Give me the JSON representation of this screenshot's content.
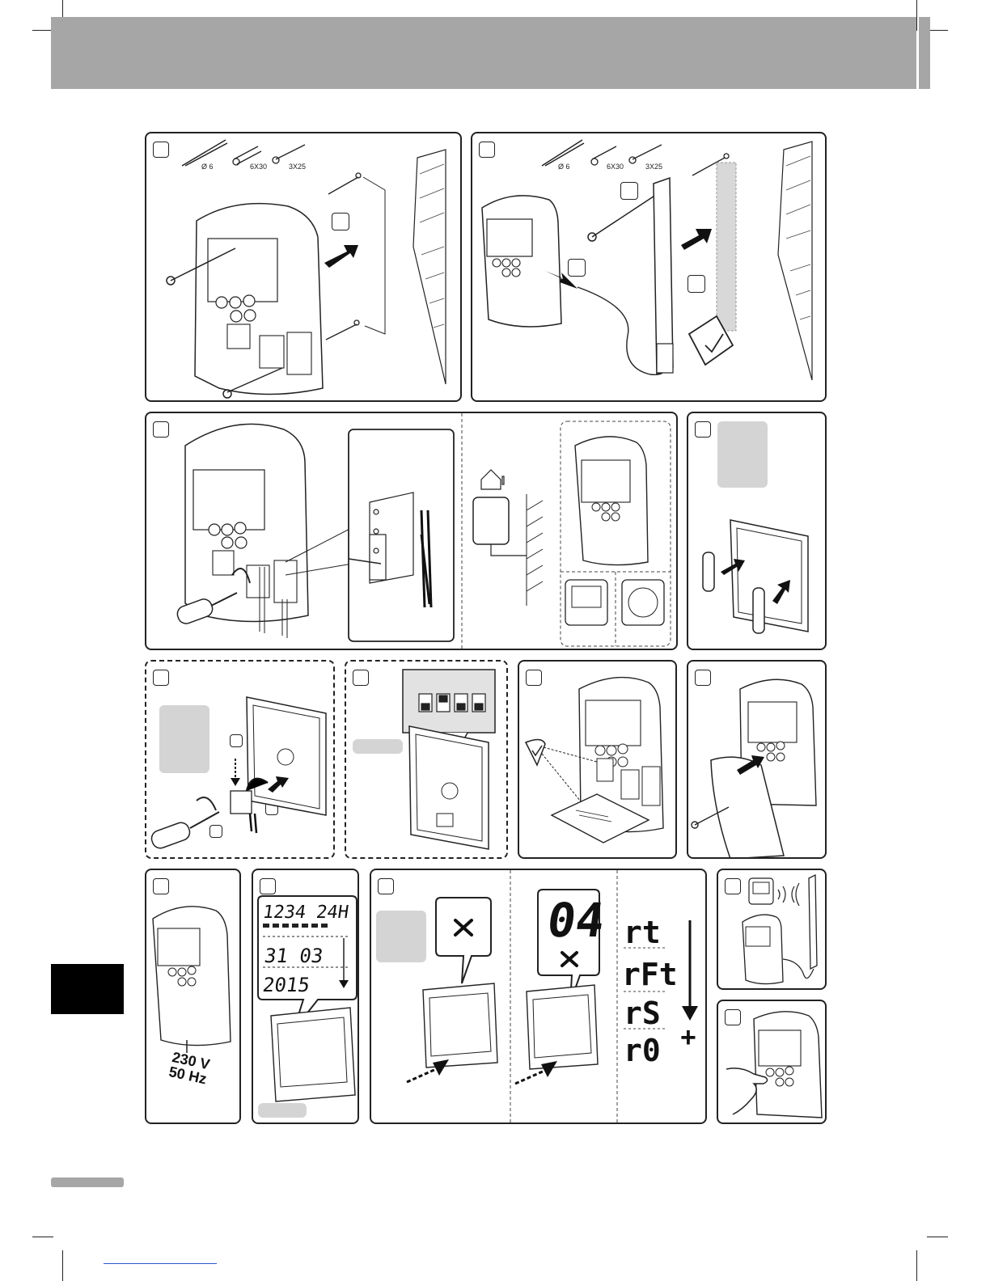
{
  "header": {
    "band_color": "#a6a6a6"
  },
  "panels": {
    "p1": {
      "labels": {
        "drill": "Ø 6",
        "plug": "6X30",
        "screw": "3X25"
      }
    },
    "p2": {
      "labels": {
        "drill": "Ø 6",
        "plug": "6X30",
        "screw": "3X25"
      }
    },
    "p5": {
      "display": {
        "line1": "1234 24H",
        "line2": "31 03",
        "line3": "2015"
      }
    },
    "p9": {
      "supply": {
        "voltage": "230 V",
        "frequency": "50 Hz"
      }
    },
    "p11": {
      "display": {
        "value": "04"
      },
      "codes": [
        "rt",
        "rFt",
        "rS",
        "r0"
      ],
      "plus": "+"
    }
  },
  "icons": [
    "drill-bit-icon",
    "wall-plug-icon",
    "screw-icon",
    "arrow-icon",
    "screwdriver-icon",
    "battery-icon",
    "tool-icon",
    "hand-icon",
    "wireless-signal-icon",
    "house-sensor-icon",
    "check-icon"
  ]
}
